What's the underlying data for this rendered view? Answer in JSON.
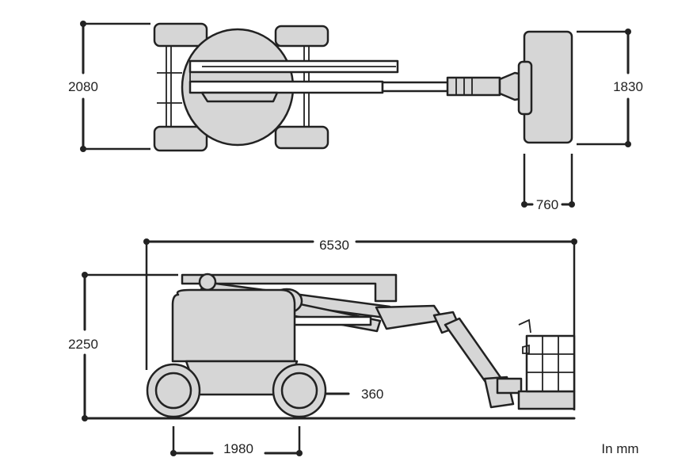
{
  "dimensions": {
    "top_width": "2080",
    "platform_width": "1830",
    "platform_depth": "760",
    "overall_length": "6530",
    "stowed_height": "2250",
    "ground_clearance": "360",
    "wheelbase": "1980"
  },
  "units_note": "In mm",
  "colors": {
    "body": "#d6d6d6",
    "line": "#222222"
  }
}
